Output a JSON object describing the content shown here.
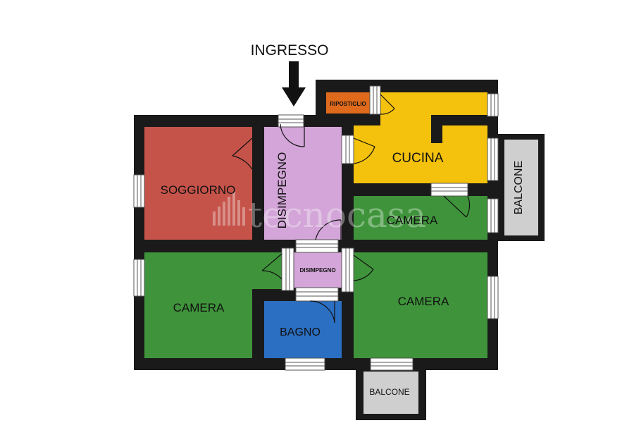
{
  "entrance": {
    "label": "INGRESSO"
  },
  "watermark": {
    "text": "tecnocasa"
  },
  "colors": {
    "wall": "#1a1a1a",
    "living": "#c5534a",
    "hall": "#d3a5d8",
    "kitchen": "#f4c20d",
    "bedroom": "#3f943b",
    "bathroom": "#2b6fc2",
    "storage": "#e06a1c",
    "balcony": "#cfcfcf",
    "window": "#ffffff"
  },
  "rooms": {
    "soggiorno": "SOGGIORNO",
    "disimpegno_main": "DISIMPEGNO",
    "ripostiglio": "RIPOSTIGLIO",
    "cucina": "CUCINA",
    "camera_mid": "CAMERA",
    "disimpegno_small": "DISIMPEGNO",
    "camera_left": "CAMERA",
    "bagno": "BAGNO",
    "camera_right": "CAMERA",
    "balcone_right": "BALCONE",
    "balcone_bottom": "BALCONE"
  }
}
